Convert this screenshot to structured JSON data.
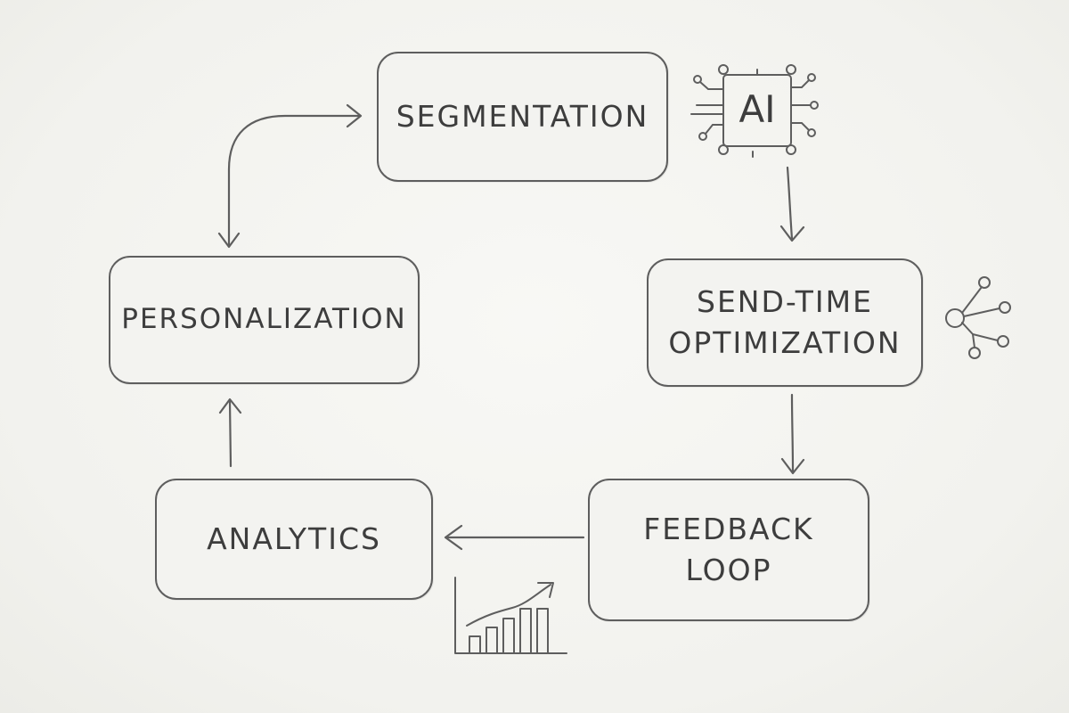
{
  "nodes": {
    "segmentation": {
      "lines": [
        "SEGMENTATION"
      ]
    },
    "send_time": {
      "lines": [
        "SEND-TIME",
        "OPTIMIZATION"
      ]
    },
    "feedback": {
      "lines": [
        "FEEDBACK",
        "LOOP"
      ]
    },
    "analytics": {
      "lines": [
        "ANALYTICS"
      ]
    },
    "personalization": {
      "lines": [
        "PERSONALIZATION"
      ]
    }
  },
  "icons": {
    "ai_chip": {
      "name": "ai-chip-icon",
      "label": "AI"
    },
    "network": {
      "name": "network-nodes-icon"
    },
    "growth_chart": {
      "name": "bar-chart-growth-icon"
    }
  },
  "edges": [
    {
      "from": "segmentation",
      "to": "send_time"
    },
    {
      "from": "send_time",
      "to": "feedback"
    },
    {
      "from": "feedback",
      "to": "analytics"
    },
    {
      "from": "analytics",
      "to": "personalization"
    },
    {
      "from": "personalization",
      "to": "segmentation",
      "bidirectional": true
    }
  ],
  "colors": {
    "stroke": "#5e5e5e",
    "text": "#3d3d3d",
    "background": "#f4f4f1"
  }
}
